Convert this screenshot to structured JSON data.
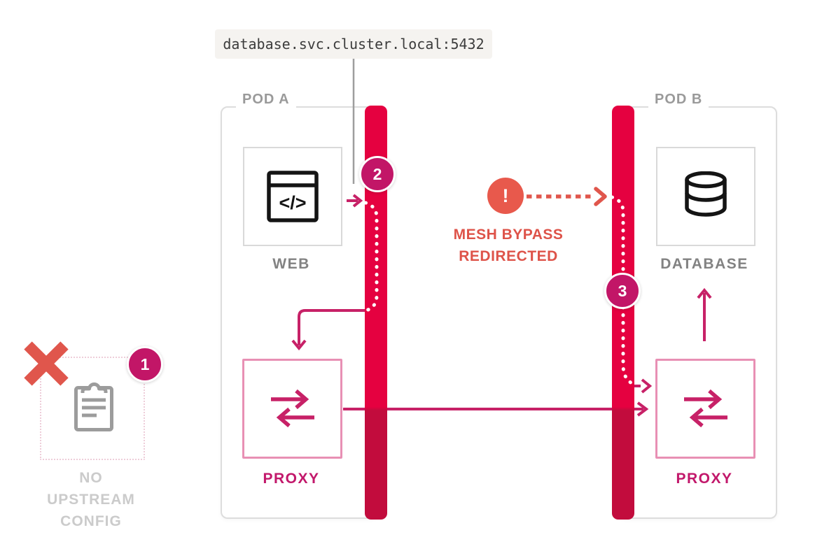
{
  "tooltip": {
    "address": "database.svc.cluster.local:5432"
  },
  "pod_a": {
    "title": "POD A",
    "web_label": "WEB",
    "web_icon_glyph": "</>",
    "proxy_label": "PROXY"
  },
  "pod_b": {
    "title": "POD B",
    "database_label": "DATABASE",
    "proxy_label": "PROXY"
  },
  "badges": {
    "step1": "1",
    "step2": "2",
    "step3": "3"
  },
  "warning": {
    "glyph": "!",
    "line1": "MESH BYPASS",
    "line2": "REDIRECTED"
  },
  "config_note": {
    "line1": "NO",
    "line2": "UPSTREAM",
    "line3": "CONFIG"
  },
  "colors": {
    "mesh_bar_top": "#E50140",
    "mesh_bar_bottom": "#C20C3D",
    "flow_magenta": "#C72167",
    "badge_magenta": "#C21667",
    "proxy_border_pink": "#E890B4",
    "proxy_text_magenta": "#C2186B",
    "alert_red": "#E8594C",
    "label_gray": "#828282",
    "faded_gray": "#CBCBCB"
  }
}
